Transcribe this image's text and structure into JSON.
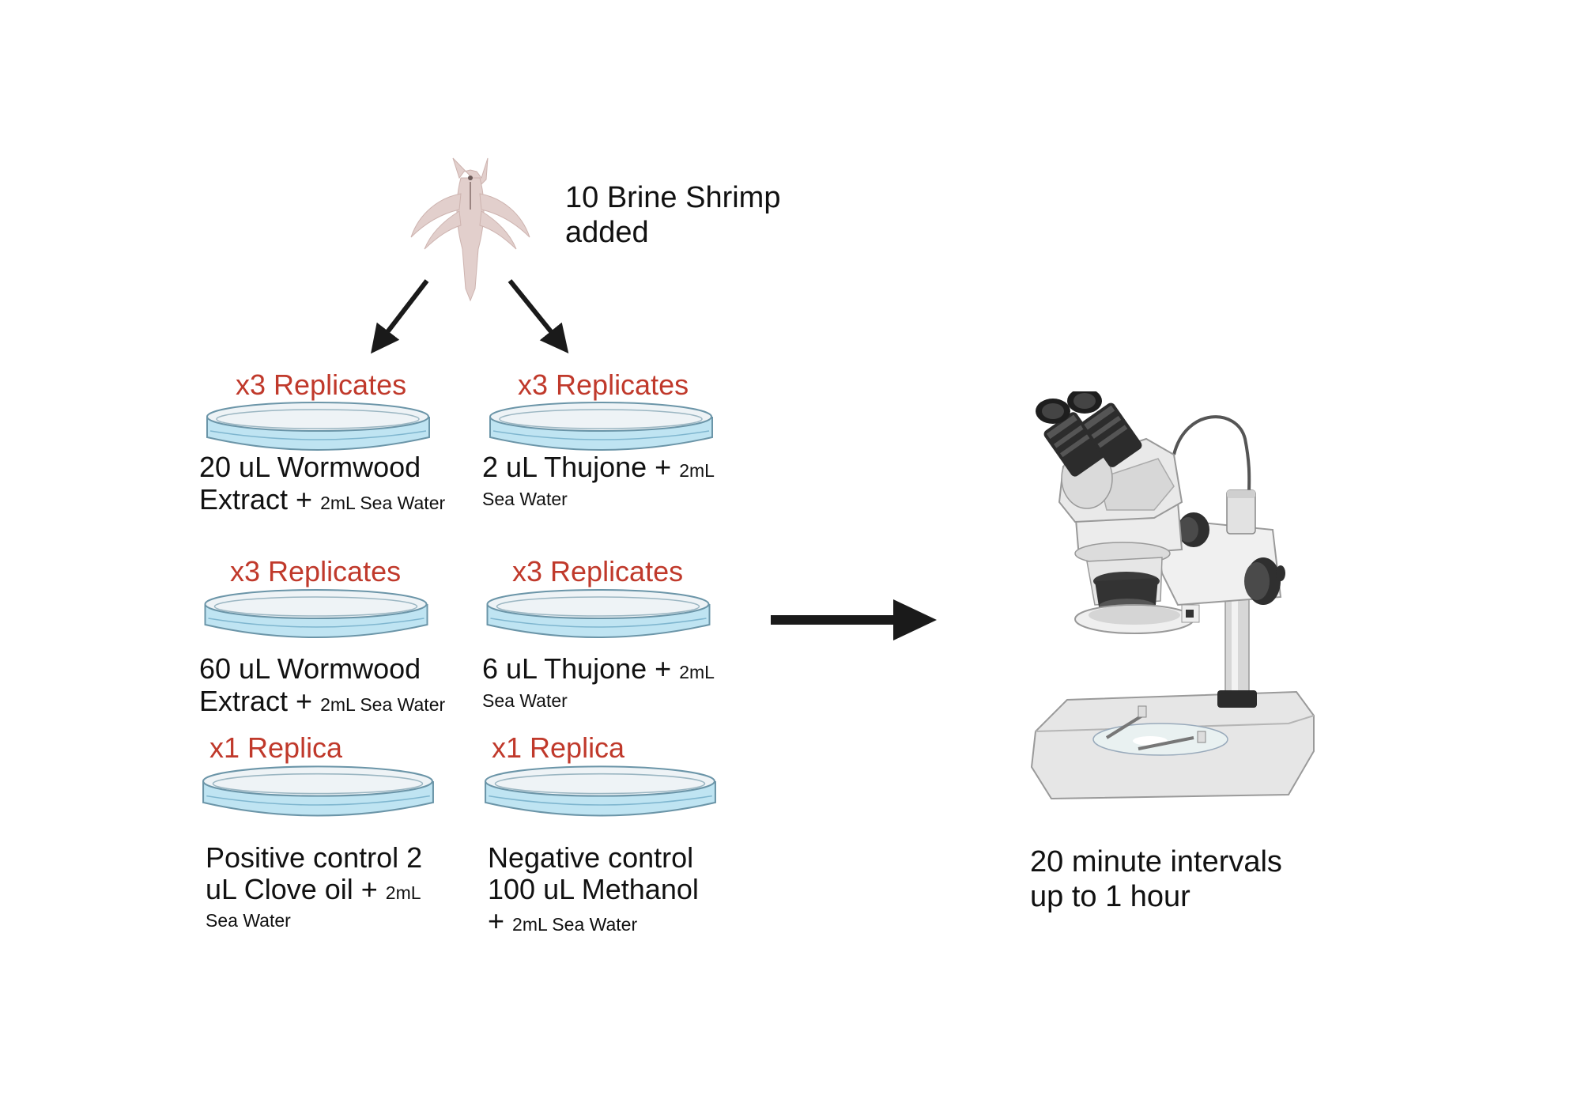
{
  "title": {
    "line1": "10 Brine Shrimp",
    "line2": "added"
  },
  "colors": {
    "replicate_text": "#c0392b",
    "dish_water": "#bfe4f2",
    "arrow": "#1a1a1a",
    "shrimp": "#e2cfcc"
  },
  "icons": [
    "brine-shrimp-icon",
    "petri-dish-icon",
    "arrow-icon",
    "stereo-microscope-icon"
  ],
  "dishes": [
    {
      "replicates": "x3 Replicates",
      "label_main": "20 uL Wormwood",
      "label_line2": "Extract + ",
      "label_small": "2mL Sea Water"
    },
    {
      "replicates": "x3 Replicates",
      "label_main": "2 uL Thujone + ",
      "label_small": "2mL",
      "label_small2": "Sea Water"
    },
    {
      "replicates": "x3 Replicates",
      "label_main": "60 uL Wormwood",
      "label_line2": "Extract + ",
      "label_small": "2mL Sea Water"
    },
    {
      "replicates": "x3 Replicates",
      "label_main": "6 uL Thujone + ",
      "label_small": "2mL",
      "label_small2": "Sea Water"
    },
    {
      "replicates": "x1 Replica",
      "label_main": "Positive control  2",
      "label_line2": "uL Clove oil + ",
      "label_small": "2mL",
      "label_small2": "Sea Water"
    },
    {
      "replicates": "x1 Replica",
      "label_main": "Negative control",
      "label_line2": "100 uL Methanol",
      "label_line3": "+ ",
      "label_small": "2mL Sea Water"
    }
  ],
  "microscope": {
    "caption_line1": "20 minute intervals",
    "caption_line2": "up to 1 hour"
  }
}
